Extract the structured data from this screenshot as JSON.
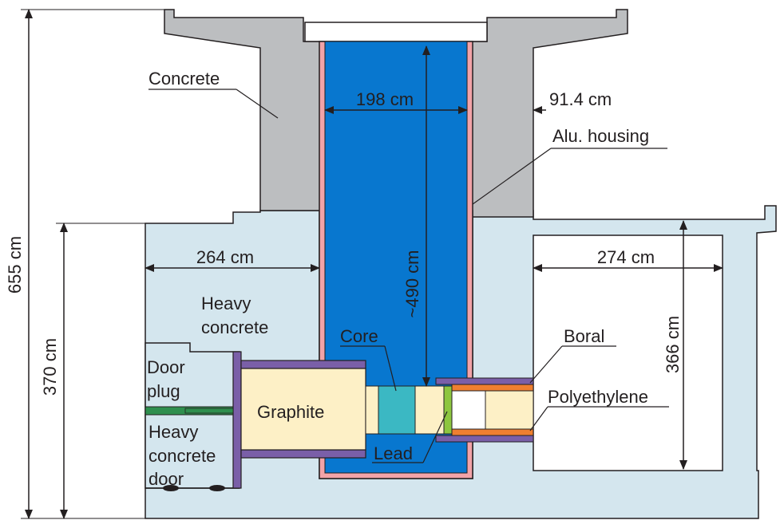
{
  "colors": {
    "concrete": "#bcbec0",
    "heavy_concrete": "#d4e6ee",
    "water": "#0877cf",
    "alu_housing": "#f2a3a8",
    "graphite": "#fdf0c6",
    "core": "#3bb8c3",
    "boral": "#7a5fa8",
    "polyethylene": "#ef7f30",
    "lead": "#8dc63f",
    "door_plug": "#2f8f4e",
    "outline": "#231f20"
  },
  "labels": {
    "concrete": "Concrete",
    "alu_housing": "Alu. housing",
    "heavy_concrete_line1": "Heavy",
    "heavy_concrete_line2": "concrete",
    "core": "Core",
    "graphite": "Graphite",
    "lead": "Lead",
    "boral": "Boral",
    "polyethylene": "Polyethylene",
    "door_plug_line1": "Door",
    "door_plug_line2": "plug",
    "heavy_concrete_door_line1": "Heavy",
    "heavy_concrete_door_line2": "concrete",
    "heavy_concrete_door_line3": "door"
  },
  "dimensions": {
    "total_height": "655 cm",
    "heavy_concrete_height": "370 cm",
    "pool_width": "198 cm",
    "wall_thickness": "91.4 cm",
    "pool_depth": "~490 cm",
    "left_block_width": "264 cm",
    "right_room_width": "274 cm",
    "right_room_height": "366 cm"
  }
}
